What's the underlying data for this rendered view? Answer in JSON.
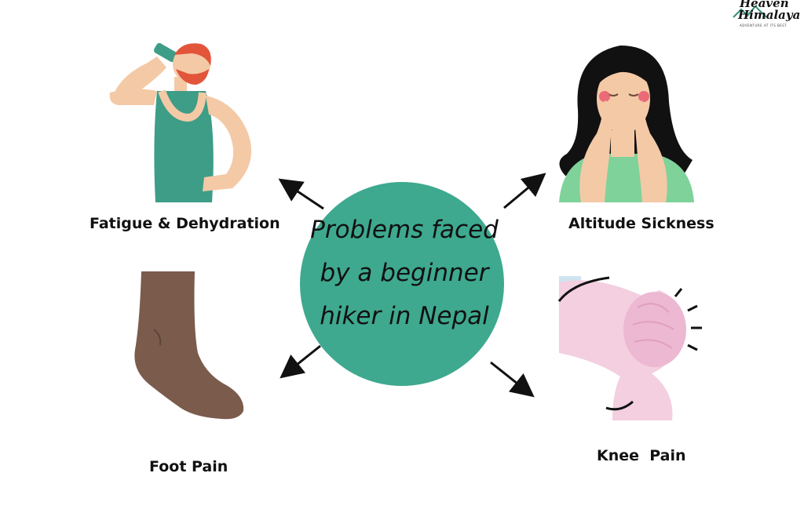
{
  "logo": {
    "line1": "Heaven",
    "line2": "Himalaya",
    "tagline": "ADVENTURE AT ITS BEST"
  },
  "center": {
    "lines": [
      "Problems faced",
      "by a beginner",
      "hiker in Nepal"
    ],
    "color": "#3ea98f"
  },
  "problems": [
    {
      "label": "Fatigue & Dehydration",
      "icon": "man-drinking-water-icon"
    },
    {
      "label": "Altitude Sickness",
      "icon": "woman-headache-icon"
    },
    {
      "label": "Foot Pain",
      "icon": "foot-icon"
    },
    {
      "label": "Knee  Pain",
      "icon": "knee-pain-icon"
    }
  ],
  "colors": {
    "accent": "#3ea98f",
    "shirt_green": "#3e9d86",
    "skin": "#f4c9a6",
    "woman_shirt": "#7fd29a",
    "knee_pink": "#f3cfe0",
    "foot_brown": "#7a5b4c"
  }
}
